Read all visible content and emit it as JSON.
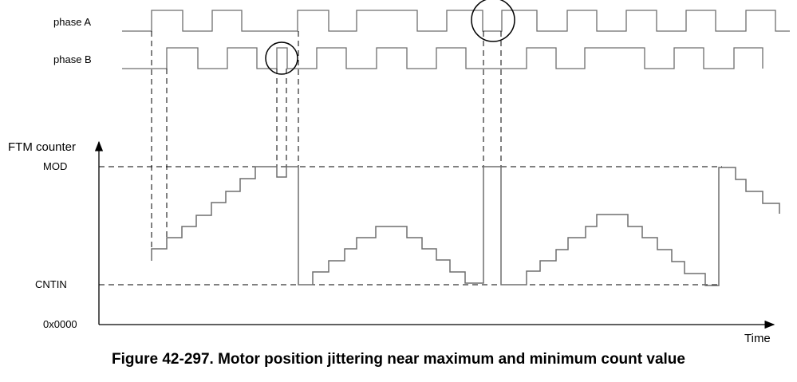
{
  "signals": {
    "phase_a": "phase A",
    "phase_b": "phase B"
  },
  "axes": {
    "y_label": "FTM counter",
    "x_label": "Time",
    "levels": {
      "mod": "MOD",
      "cntin": "CNTIN",
      "zero": "0x0000"
    }
  },
  "caption": "Figure 42-297. Motor position jittering near maximum and minimum count value",
  "colors": {
    "waveform": "#6e6e6e",
    "line": "#000000"
  }
}
